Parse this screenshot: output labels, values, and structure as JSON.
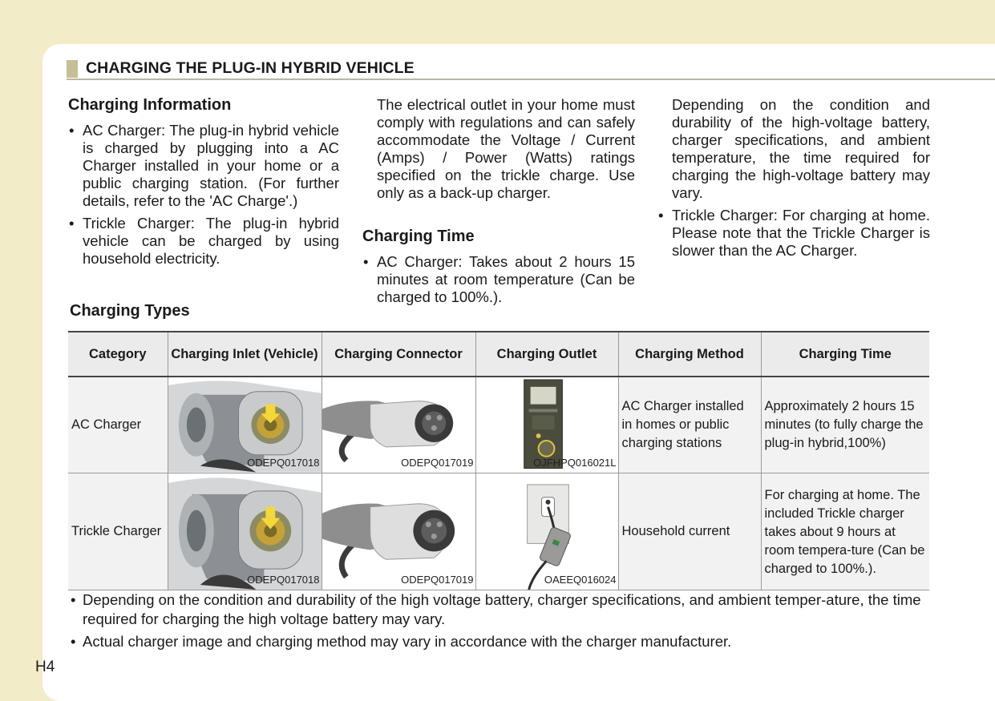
{
  "header": {
    "title": "CHARGING THE PLUG-IN HYBRID VEHICLE"
  },
  "info": {
    "title": "Charging Information",
    "bullets": [
      "AC Charger: The plug-in hybrid vehicle is charged by plugging into a AC Charger installed in your home or a public charging station. (For further details, refer to the 'AC Charge'.)",
      "Trickle Charger: The plug-in hybrid vehicle can be charged by using household electricity."
    ],
    "continuation": "The electrical outlet in your home must comply with regulations and can safely accommodate the Voltage / Current (Amps) / Power (Watts) ratings specified on the trickle charge. Use only as a back-up charger."
  },
  "time": {
    "title": "Charging Time",
    "bullets": [
      "AC Charger: Takes about 2 hours 15 minutes at room temperature (Can be charged to 100%.)."
    ],
    "continuation": "Depending on the condition and durability of the high-voltage battery, charger specifications, and ambient temperature, the time required for charging the high-voltage battery may vary.",
    "bullets2": [
      "Trickle Charger: For charging at home. Please note that the Trickle Charger is slower than the AC Charger."
    ]
  },
  "types": {
    "title": "Charging Types",
    "headers": [
      "Category",
      "Charging Inlet (Vehicle)",
      "Charging Connector",
      "Charging Outlet",
      "Charging Method",
      "Charging Time"
    ],
    "rows": [
      {
        "category": "AC Charger",
        "inlet_code": "ODEPQ017018",
        "connector_code": "ODEPQ017019",
        "outlet_code": "OJFHPQ016021L",
        "method": "AC Charger installed in homes or public charging stations",
        "time": "Approximately 2 hours 15 minutes  (to fully charge the plug-in hybrid,100%)"
      },
      {
        "category": "Trickle Charger",
        "inlet_code": "ODEPQ017018",
        "connector_code": "ODEPQ017019",
        "outlet_code": "OAEEQ016024",
        "method": "Household current",
        "time": "For charging at home. The included Trickle charger takes about 9 hours at room tempera-ture (Can be charged to 100%.)."
      }
    ]
  },
  "notes": [
    "Depending on the condition and durability of the high voltage battery, charger specifications, and ambient temper-ature, the time required for charging the high voltage battery may vary.",
    "Actual charger image and charging method may vary in accordance with the charger manufacturer."
  ],
  "page_number": "H4",
  "colors": {
    "background": "#f2ecc8",
    "header_bar": "#c6bf93",
    "table_header": "#ebebeb",
    "table_cell": "#f2f2f2"
  }
}
